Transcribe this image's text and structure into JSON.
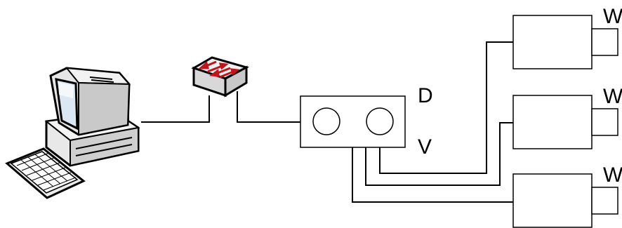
{
  "labels": {
    "dvr": "D",
    "video": "V",
    "camera_top": "W",
    "camera_middle": "W",
    "camera_bottom": "W"
  },
  "colors": {
    "stroke": "#000000",
    "background": "#ffffff",
    "monitor_screen": "#dbe7f2",
    "switch_arrow": "#c0141b",
    "device_shadow": "#d8d8d8"
  },
  "icons": {
    "computer": "desktop-computer-icon",
    "switch": "network-switch-icon"
  }
}
